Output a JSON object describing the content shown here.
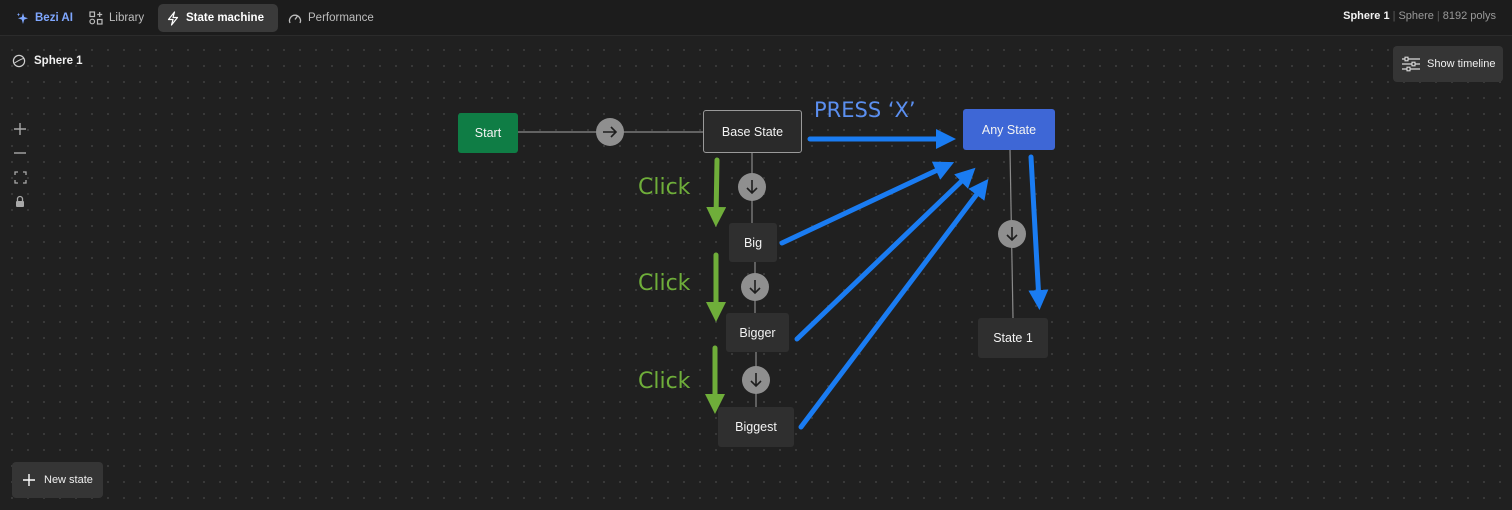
{
  "topbar": {
    "tabs": [
      {
        "label": "Bezi AI",
        "icon": "sparkle-icon"
      },
      {
        "label": "Library",
        "icon": "library-icon"
      },
      {
        "label": "State machine",
        "icon": "lightning-icon",
        "active": true
      },
      {
        "label": "Performance",
        "icon": "gauge-icon"
      }
    ],
    "object_info": {
      "name": "Sphere 1",
      "type": "Sphere",
      "polys": "8192 polys"
    }
  },
  "object_label": {
    "text": "Sphere 1",
    "icon": "sphere-icon"
  },
  "toolbar": {
    "tools": [
      "zoom-in-icon",
      "zoom-out-icon",
      "fit-view-icon",
      "lock-icon"
    ]
  },
  "buttons": {
    "show_timeline": "Show timeline",
    "new_state": "New state"
  },
  "graph": {
    "nodes": {
      "start": "Start",
      "base": "Base State",
      "any": "Any State",
      "big": "Big",
      "bigger": "Bigger",
      "biggest": "Biggest",
      "state1": "State 1"
    },
    "annotations": {
      "click_1": "Click",
      "click_2": "Click",
      "click_3": "Click",
      "press_x": "PRESS ‘X’"
    }
  },
  "colors": {
    "accent_blue": "#1a7cf2",
    "accent_green": "#6fae3a",
    "start_node": "#0f7d45",
    "any_state": "#3e67d6"
  }
}
